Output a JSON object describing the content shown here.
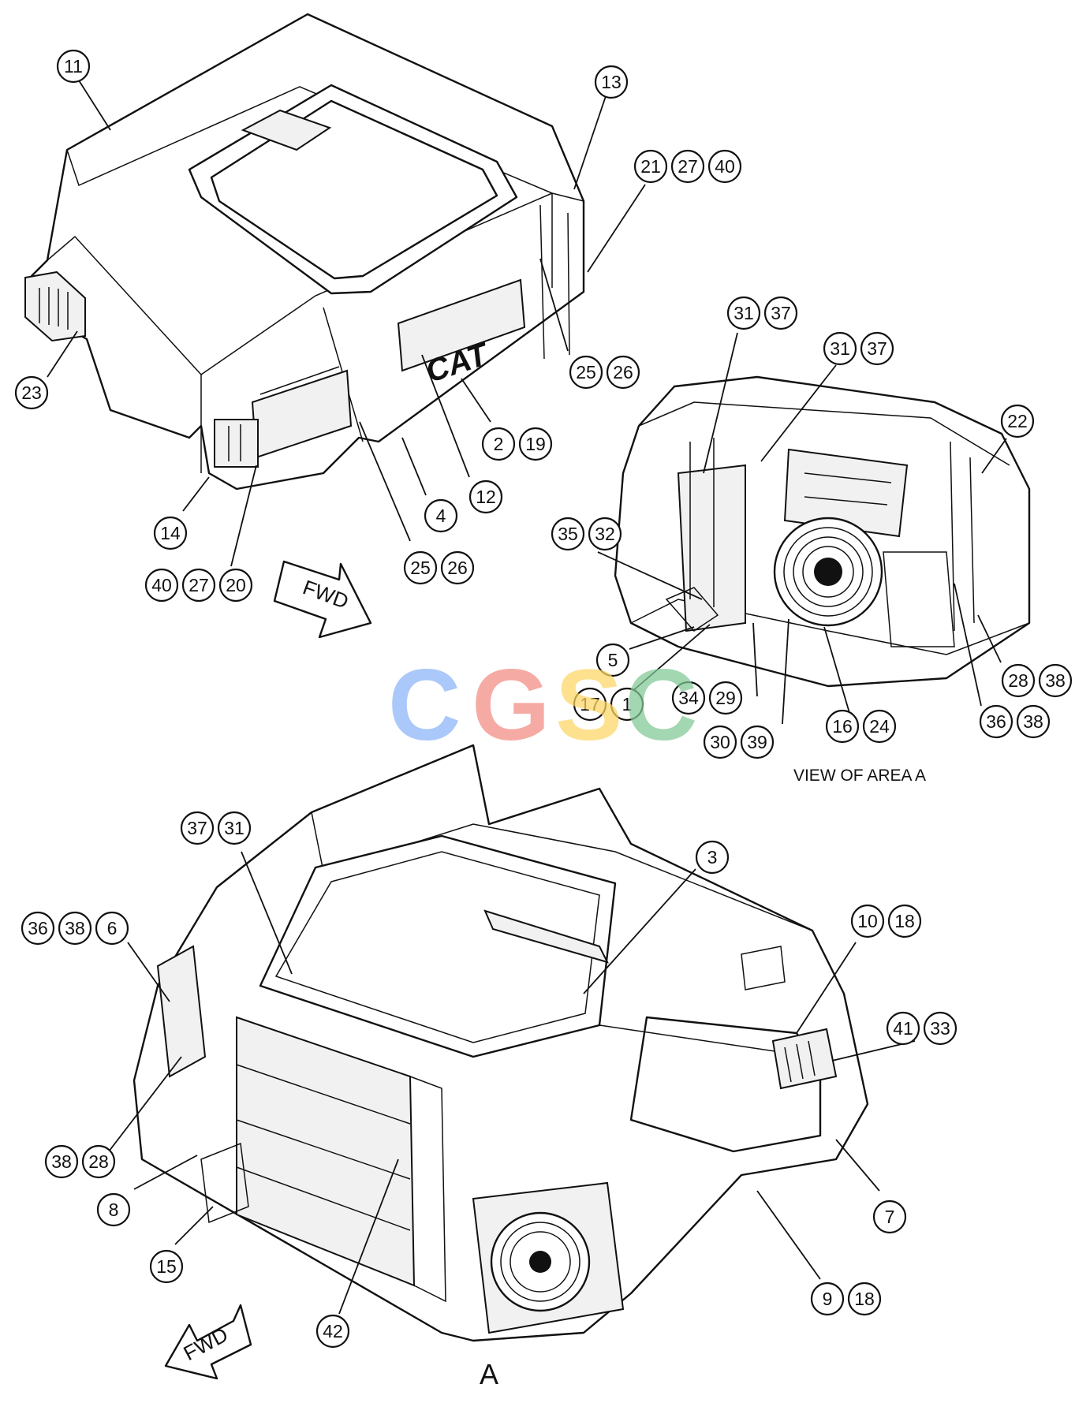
{
  "view_label": "VIEW OF AREA  A",
  "area_marker": "A",
  "fwd_label": "FWD",
  "logo_text": "CAT",
  "watermark": {
    "text": "CGSC",
    "colors": [
      "#8ab4f8",
      "#f28b82",
      "#fdd663",
      "#81c995"
    ]
  },
  "callouts": {
    "c11": "11",
    "c13": "13",
    "c21": "21",
    "c27a": "27",
    "c40a": "40",
    "c23": "23",
    "c25a": "25",
    "c26a": "26",
    "c2": "2",
    "c19": "19",
    "c12": "12",
    "c4": "4",
    "c14": "14",
    "c25b": "25",
    "c26b": "26",
    "c40b": "40",
    "c27b": "27",
    "c20": "20",
    "c31a": "31",
    "c37a": "37",
    "c31b": "31",
    "c37b": "37",
    "c22": "22",
    "c35": "35",
    "c32": "32",
    "c5": "5",
    "c17": "17",
    "c1": "1",
    "c34": "34",
    "c29": "29",
    "c30": "30",
    "c39": "39",
    "c16": "16",
    "c24": "24",
    "c28a": "28",
    "c38a": "38",
    "c36a": "36",
    "c38b": "38",
    "c37c": "37",
    "c31c": "31",
    "c3": "3",
    "c36b": "36",
    "c38c": "38",
    "c6": "6",
    "c10": "10",
    "c18a": "18",
    "c41": "41",
    "c33": "33",
    "c38d": "38",
    "c28b": "28",
    "c8": "8",
    "c7": "7",
    "c15": "15",
    "c42": "42",
    "c9": "9",
    "c18b": "18"
  }
}
